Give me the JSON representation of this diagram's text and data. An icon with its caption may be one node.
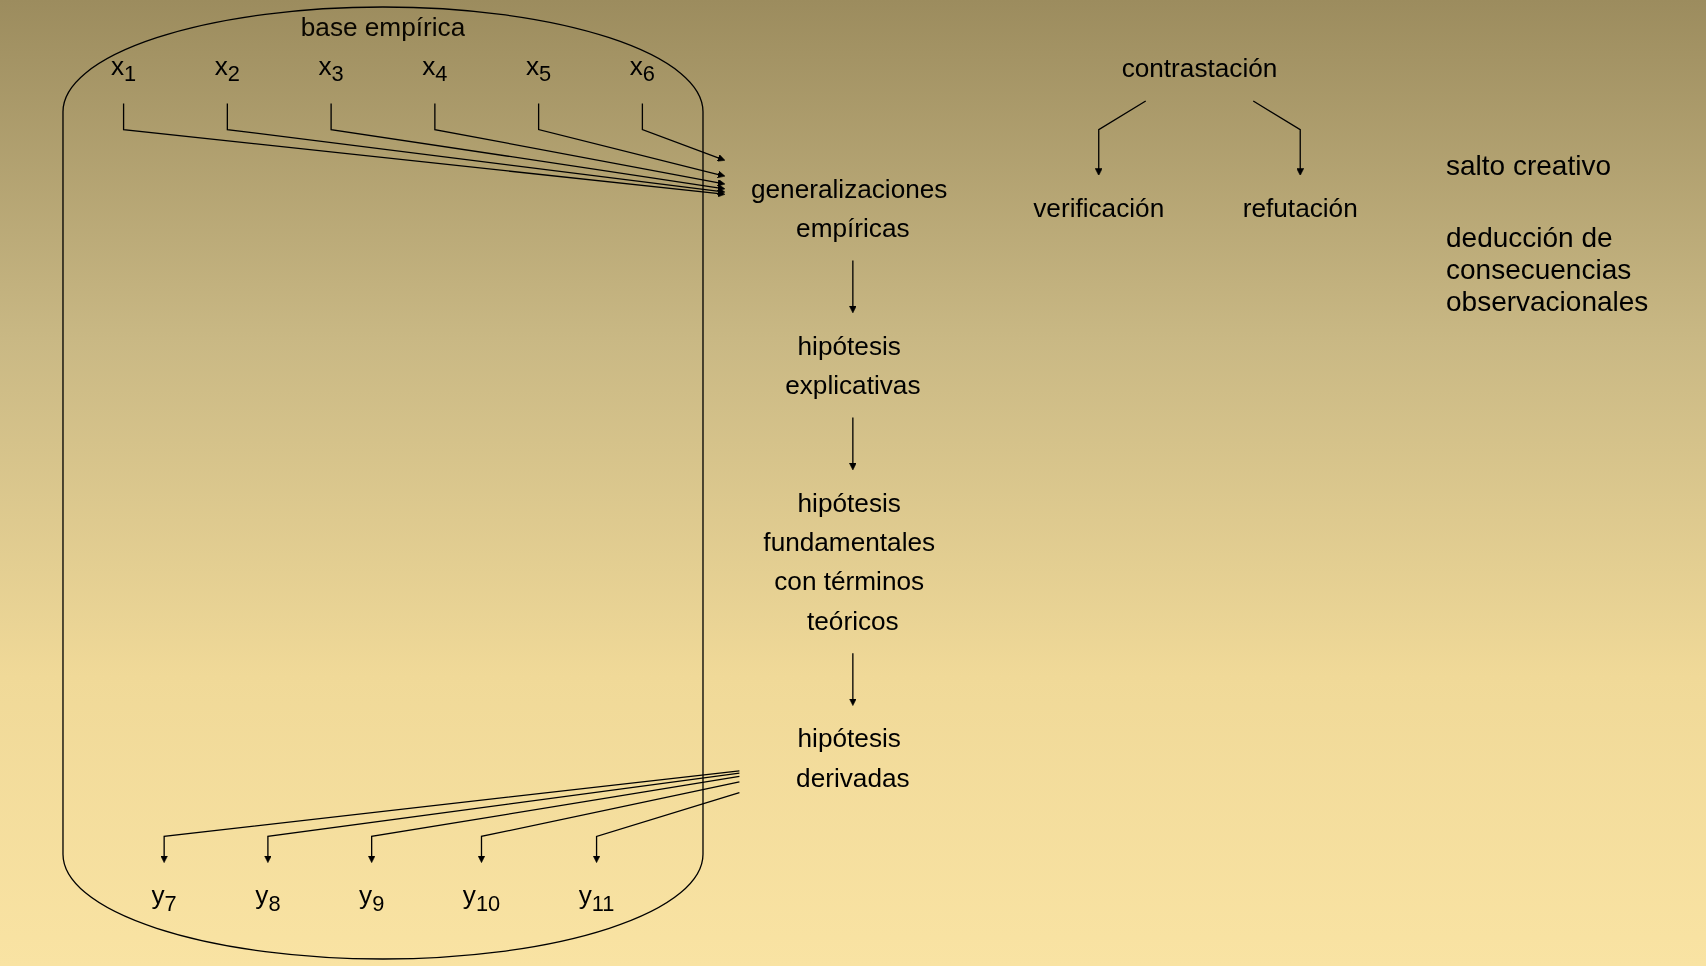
{
  "diagram": {
    "nodes": [
      {
        "text": [
          "hipótesis fundamentales con términos teóricos"
        ]
      },
      {
        "text": [
          "hipótesis explicativas"
        ]
      },
      {
        "text": [
          "hipótesis derivadas"
        ]
      },
      {
        "text": [
          "generalizaciones empíricas"
        ]
      },
      {
        "text": [],
        "shape": "ellipse",
        "beside": [
          "base empírica"
        ]
      },
      {
        "text": [
          "x$_{1}$"
        ],
        "in": 4
      },
      {
        "text": [
          "x$_{2}$"
        ],
        "in": 4
      },
      {
        "text": [
          "x$_{3}$"
        ],
        "in": 4
      },
      {
        "text": [
          "x$_{4}$"
        ],
        "in": 4
      },
      {
        "text": [
          "x$_{5}$"
        ],
        "in": 4
      },
      {
        "text": [
          "x$_{6}$"
        ],
        "in": 4
      },
      {
        "text": [
          "y$_{7}$"
        ],
        "in": 4
      },
      {
        "text": [
          "y$_{8}$"
        ],
        "in": 4
      },
      {
        "text": [
          "y$_{9}$"
        ],
        "in": 4
      },
      {
        "text": [
          "y$_{10}$"
        ],
        "in": 4
      },
      {
        "text": [
          "y$_{11}$"
        ],
        "in": 4
      },
      {
        "text": [
          "contrastación"
        ]
      },
      {
        "text": [
          "verificación"
        ]
      },
      {
        "text": [
          "refutación"
        ]
      }
    ],
    "edges": [
      {
        "from": 3,
        "to": 1,
        "arrow": "to"
      },
      {
        "from": 1,
        "to": 0,
        "arrow": "to"
      },
      {
        "from": 0,
        "to": 2,
        "arrow": "to"
      },
      {
        "from": 5,
        "to": 3,
        "arrow": "to"
      },
      {
        "from": 6,
        "to": 3,
        "arrow": "to"
      },
      {
        "from": 7,
        "to": 3,
        "arrow": "to"
      },
      {
        "from": 8,
        "to": 3,
        "arrow": "to"
      },
      {
        "from": 9,
        "to": 3,
        "arrow": "to"
      },
      {
        "from": 10,
        "to": 3,
        "arrow": "to"
      },
      {
        "from": 2,
        "to": 11,
        "arrow": "to"
      },
      {
        "from": 2,
        "to": 12,
        "arrow": "to"
      },
      {
        "from": 2,
        "to": 13,
        "arrow": "to"
      },
      {
        "from": 2,
        "to": 14,
        "arrow": "to"
      },
      {
        "from": 2,
        "to": 15,
        "arrow": "to"
      },
      {
        "from": 16,
        "to": 17,
        "arrow": "to"
      },
      {
        "from": 16,
        "to": 18,
        "arrow": "to"
      }
    ],
    "labels": [
      "salto creativo",
      "deducción de consecuencias observacionales"
    ]
  }
}
